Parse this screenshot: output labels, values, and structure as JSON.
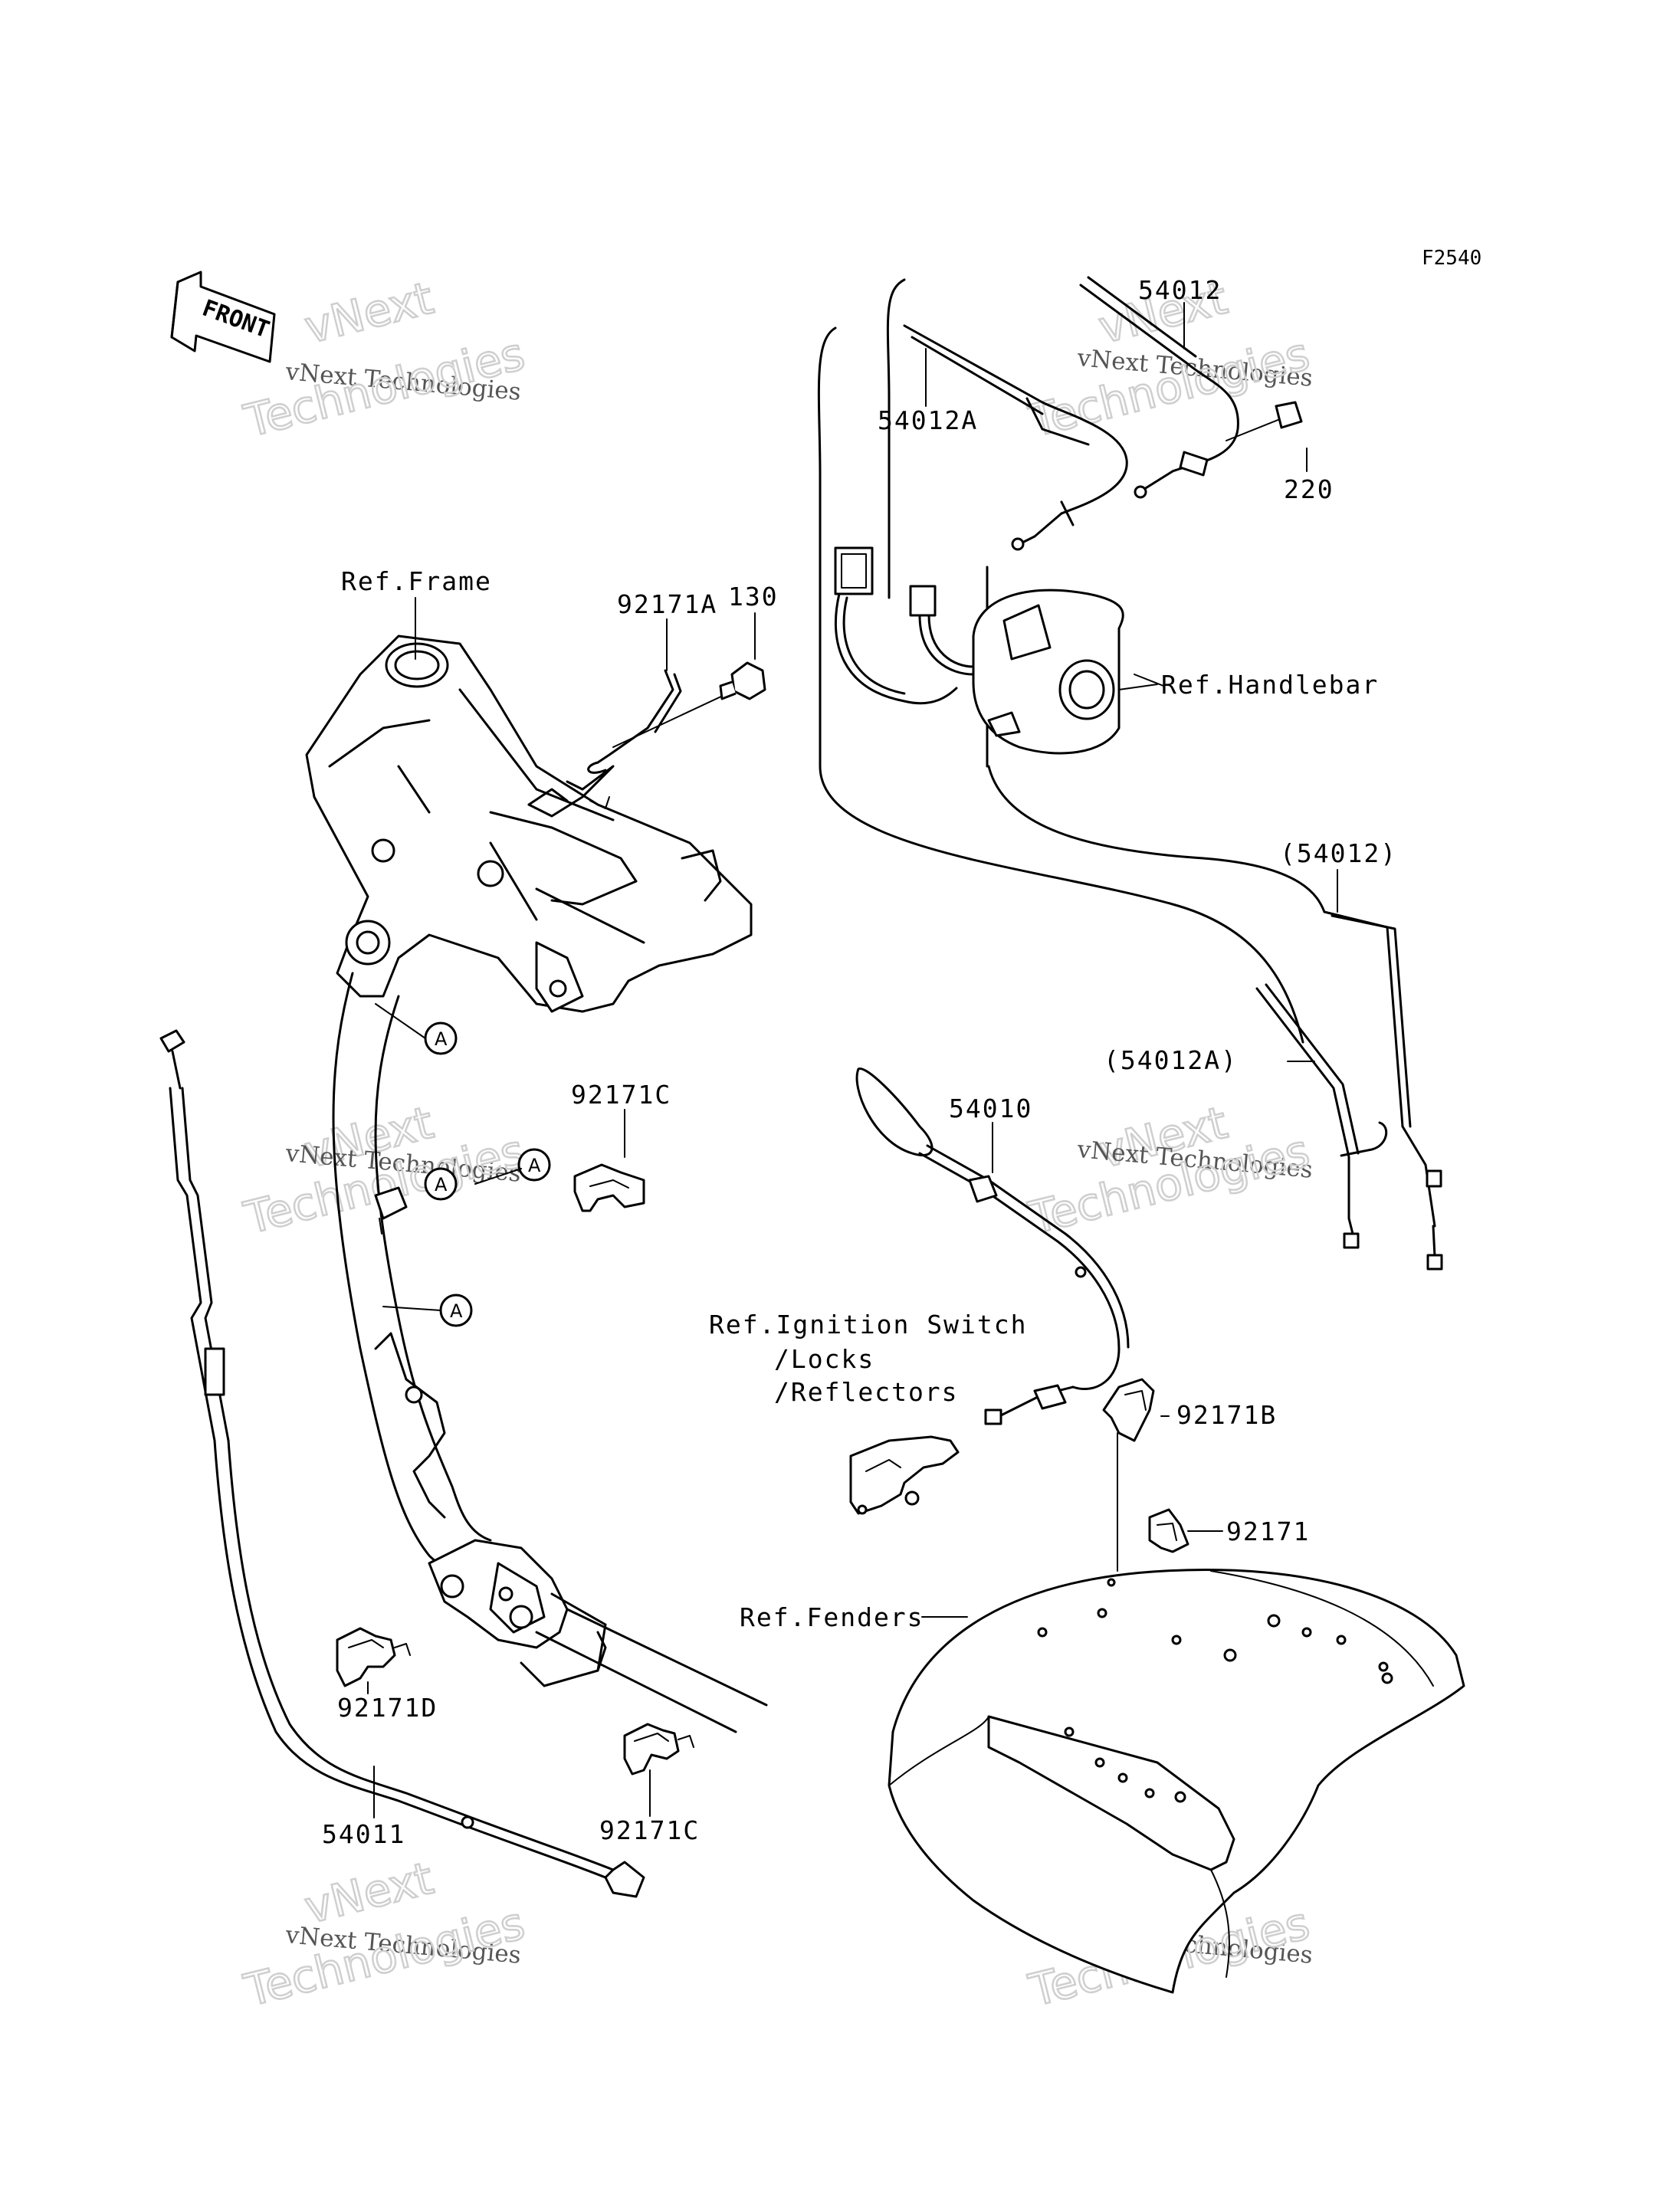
{
  "figure_code": "F2540",
  "front_label": "FRONT",
  "watermark": {
    "line1": "vNext",
    "line2": "vNext Technologies",
    "line3": "Technologies"
  },
  "labels": {
    "p54012": "54012",
    "p54012A": "54012A",
    "p220": "220",
    "ref_frame": "Ref.Frame",
    "p92171A": "92171A",
    "p130": "130",
    "ref_handlebar": "Ref.Handlebar",
    "p54012_ref": "(54012)",
    "p54012A_ref": "(54012A)",
    "p92171C_top": "92171C",
    "p54010": "54010",
    "ref_ignition_1": "Ref.Ignition Switch",
    "ref_ignition_2": "/Locks",
    "ref_ignition_3": "/Reflectors",
    "p92171B": "92171B",
    "p92171": "92171",
    "ref_fenders": "Ref.Fenders",
    "p92171D": "92171D",
    "p54011": "54011",
    "p92171C_bottom": "92171C",
    "callout_a": "A"
  }
}
